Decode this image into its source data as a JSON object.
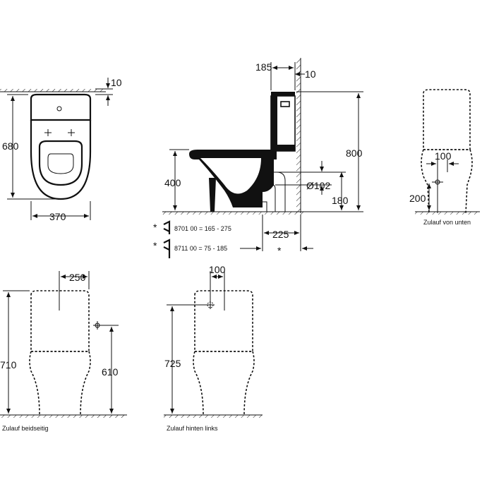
{
  "top_view": {
    "dim_depth": "680",
    "dim_width": "370",
    "dim_gap": "10"
  },
  "side_view": {
    "dim_cistern_depth": "185",
    "dim_wall_gap": "10",
    "dim_total_height": "800",
    "dim_seat_height": "400",
    "dim_outlet_diameter": "Ø102",
    "dim_outlet_height": "180",
    "dim_outlet_offset": "225",
    "dim_star": "*",
    "note_1": "8701 00 = 165 - 275",
    "note_2": "8711 00 = 75 - 185",
    "note_star_1": "*",
    "note_star_2": "*"
  },
  "rear_view": {
    "dim_offset": "100",
    "dim_inlet_height": "200",
    "caption": "Zulauf von unten"
  },
  "front_view_left": {
    "dim_width": "250",
    "dim_total_height": "710",
    "dim_inlet_height": "610",
    "caption": "Zulauf beidseitig"
  },
  "front_view_right": {
    "dim_offset": "100",
    "dim_total_height": "725",
    "caption": "Zulauf hinten links"
  }
}
